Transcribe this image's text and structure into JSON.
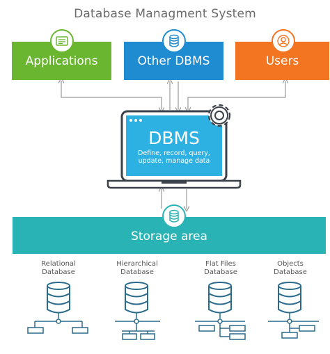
{
  "title": "Database Managment System",
  "top_boxes": {
    "applications": "Applications",
    "other_dbms": "Other DBMS",
    "users": "Users"
  },
  "dbms": {
    "title": "DBMS",
    "line1": "Define, record, query,",
    "line2": "update, manage data"
  },
  "storage": {
    "label": "Storage area"
  },
  "databases": [
    {
      "line1": "Relational",
      "line2": "Database"
    },
    {
      "line1": "Hierarchical",
      "line2": "Database"
    },
    {
      "line1": "Flat Files",
      "line2": "Database"
    },
    {
      "line1": "Objects",
      "line2": "Database"
    }
  ],
  "colors": {
    "applications": "#6ab631",
    "other_dbms": "#1f8bd0",
    "users": "#f37421",
    "storage": "#29b3b4",
    "dbms_screen": "#2db1e3",
    "icon_stroke": "#2a6a8c"
  },
  "icons": [
    "document-icon",
    "database-icon",
    "user-icon",
    "gear-icon",
    "laptop-icon"
  ]
}
